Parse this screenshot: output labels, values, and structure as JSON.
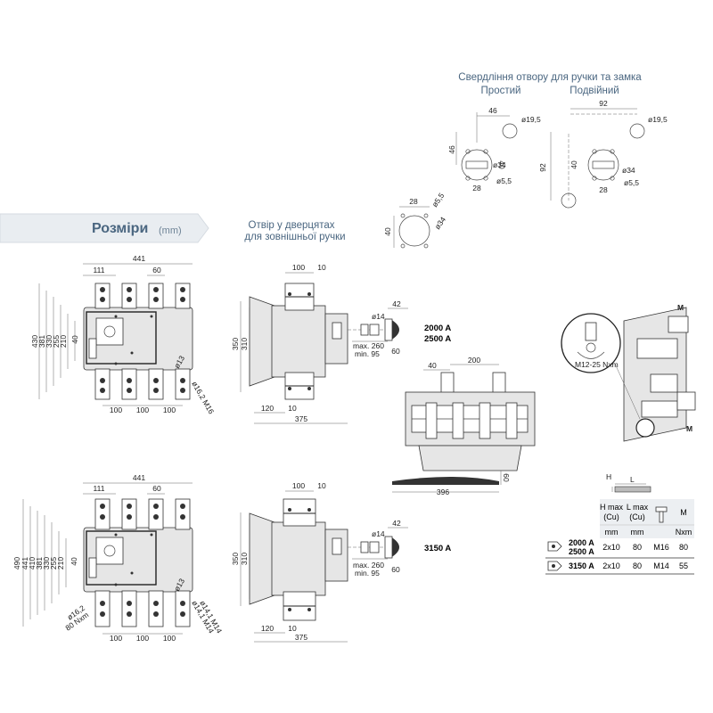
{
  "drilling": {
    "title": "Свердління отвору для ручки та замка",
    "simple_label": "Простий",
    "double_label": "Подвійний",
    "simple": {
      "d46_top": "46",
      "d46_side": "46",
      "d40": "40",
      "d28": "28",
      "phi34": "ø34",
      "phi55": "ø5,5",
      "phi195": "ø19,5"
    },
    "double": {
      "d92_top": "92",
      "d92_side": "92",
      "d40": "40",
      "d28": "28",
      "phi34": "ø34",
      "phi55": "ø5,5",
      "phi195": "ø19,5"
    },
    "single_hole": {
      "d28": "28",
      "d40": "40",
      "phi55": "ø5,5",
      "phi34": "ø34"
    }
  },
  "header": {
    "title": "Розміри",
    "unit": "(mm)",
    "door_hole_line1": "Отвір у дверцятах",
    "door_hole_line2": "для зовнішньої ручки"
  },
  "front_top": {
    "w441": "441",
    "w111": "111",
    "w60": "60",
    "h430": "430",
    "h381": "381",
    "h330": "330",
    "h255": "255",
    "h210": "210",
    "h40": "40",
    "phi13": "ø13",
    "hole": "ø16,2 M16",
    "p1": "100",
    "p2": "100",
    "p3": "100"
  },
  "side_top": {
    "w100": "100",
    "w10": "10",
    "h350": "350",
    "h310": "310",
    "b120": "120",
    "b10": "10",
    "b375": "375",
    "d42": "42",
    "phi14": "ø14",
    "max": "max. 260",
    "min": "min. 95",
    "d60": "60",
    "rating1": "2000 A",
    "rating2": "2500 A"
  },
  "busbar": {
    "w40": "40",
    "w200": "200",
    "w396": "396",
    "h60": "60"
  },
  "front_bottom": {
    "w441": "441",
    "w111": "111",
    "w60": "60",
    "h490": "490",
    "h441": "441",
    "h410": "410",
    "h381": "381",
    "h330": "330",
    "h255": "255",
    "h210": "210",
    "h40": "40",
    "phi13": "ø13",
    "hole_l1": "ø16,2",
    "hole_l2": "80 Nxm",
    "hole_r1": "ø14,1 M14",
    "hole_r2": "ø14,1 M14",
    "p1": "100",
    "p2": "100",
    "p3": "100"
  },
  "side_bottom": {
    "w100": "100",
    "w10": "10",
    "h350": "350",
    "h310": "310",
    "b120": "120",
    "b10": "10",
    "b375": "375",
    "d42": "42",
    "phi14": "ø14",
    "max": "max. 260",
    "min": "min. 95",
    "d60": "60",
    "rating": "3150 A"
  },
  "torque": {
    "label": "M12-25 Nxm",
    "m_top": "M",
    "m_bottom": "M"
  },
  "table": {
    "h_label": "H",
    "l_label": "L",
    "headers": [
      "H max (Cu)",
      "L max (Cu)",
      "",
      "M"
    ],
    "units": [
      "mm",
      "mm",
      "",
      "Nxm"
    ],
    "rows": [
      {
        "rating": "2000 A",
        "rating2": "2500 A",
        "h": "2x10",
        "l": "80",
        "screw": "M16",
        "m": "80"
      },
      {
        "rating": "3150 A",
        "rating2": "",
        "h": "2x10",
        "l": "80",
        "screw": "M14",
        "m": "55"
      }
    ]
  },
  "colors": {
    "banner": "#e9edf1",
    "title": "#4a6680",
    "drill_title": "#4a6680"
  }
}
